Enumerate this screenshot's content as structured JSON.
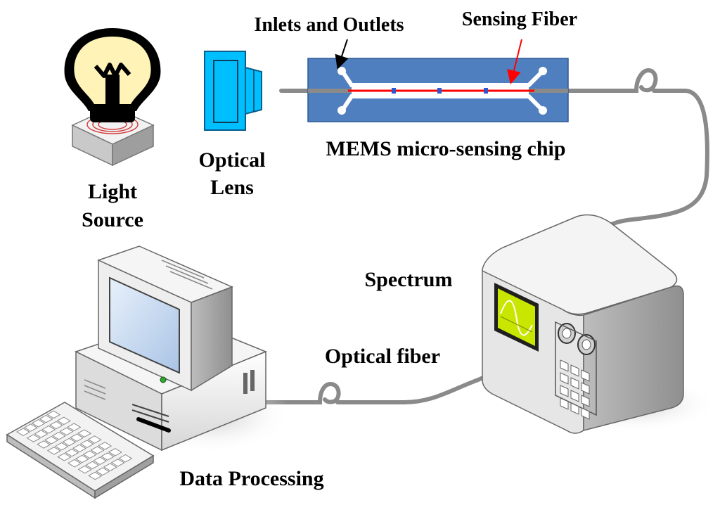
{
  "labels": {
    "light_source_line1": "Light",
    "light_source_line2": "Source",
    "optical_lens_line1": "Optical",
    "optical_lens_line2": "Lens",
    "inlets_outlets": "Inlets and Outlets",
    "sensing_fiber": "Sensing Fiber",
    "mems_chip": "MEMS micro-sensing chip",
    "spectrum": "Spectrum",
    "optical_fiber": "Optical fiber",
    "data_processing": "Data Processing"
  },
  "colors": {
    "chip_body": "#4f7fbf",
    "chip_channel": "#ffffff",
    "sensing_fiber": "#ff0000",
    "fiber_markers": "#3355cc",
    "fiber_cable": "#808080",
    "lens": "#00bfff",
    "lens_outline": "#0070a8",
    "bulb_glass": "#fff3b8",
    "screen_green": "#c8e600",
    "monitor_screen": "#cfe0f5",
    "arrow_black": "#000000",
    "arrow_red": "#ff0000"
  }
}
